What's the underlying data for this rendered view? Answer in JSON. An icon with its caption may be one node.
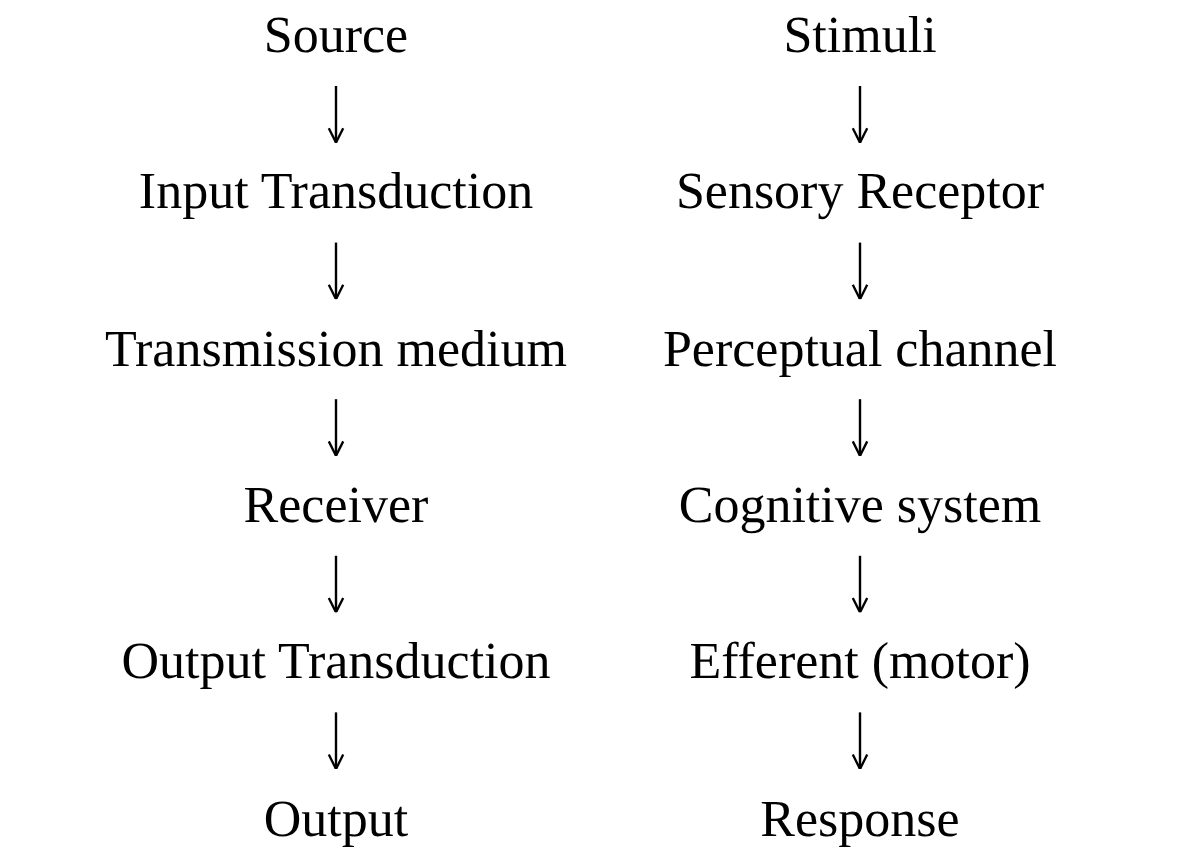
{
  "diagram": {
    "nodes": [
      {
        "text": [
          "Source"
        ]
      },
      {
        "text": [
          "Input Transduction"
        ]
      },
      {
        "text": [
          "Transmission medium"
        ]
      },
      {
        "text": [
          "Receiver"
        ]
      },
      {
        "text": [
          "Output Transduction"
        ]
      },
      {
        "text": [
          "Output"
        ]
      },
      {
        "text": [
          "Stimuli"
        ]
      },
      {
        "text": [
          "Sensory Receptor"
        ]
      },
      {
        "text": [
          "Perceptual channel"
        ]
      },
      {
        "text": [
          "Cognitive system"
        ]
      },
      {
        "text": [
          "Efferent (motor)"
        ]
      },
      {
        "text": [
          "Response"
        ]
      }
    ],
    "edges": [
      {
        "from": 0,
        "to": 1,
        "arrow": "to"
      },
      {
        "from": 1,
        "to": 2,
        "arrow": "to"
      },
      {
        "from": 2,
        "to": 3,
        "arrow": "to"
      },
      {
        "from": 3,
        "to": 4,
        "arrow": "to"
      },
      {
        "from": 4,
        "to": 5,
        "arrow": "to"
      },
      {
        "from": 6,
        "to": 7,
        "arrow": "to"
      },
      {
        "from": 7,
        "to": 8,
        "arrow": "to"
      },
      {
        "from": 8,
        "to": 9,
        "arrow": "to"
      },
      {
        "from": 9,
        "to": 10,
        "arrow": "to"
      },
      {
        "from": 10,
        "to": 11,
        "arrow": "to"
      }
    ]
  }
}
